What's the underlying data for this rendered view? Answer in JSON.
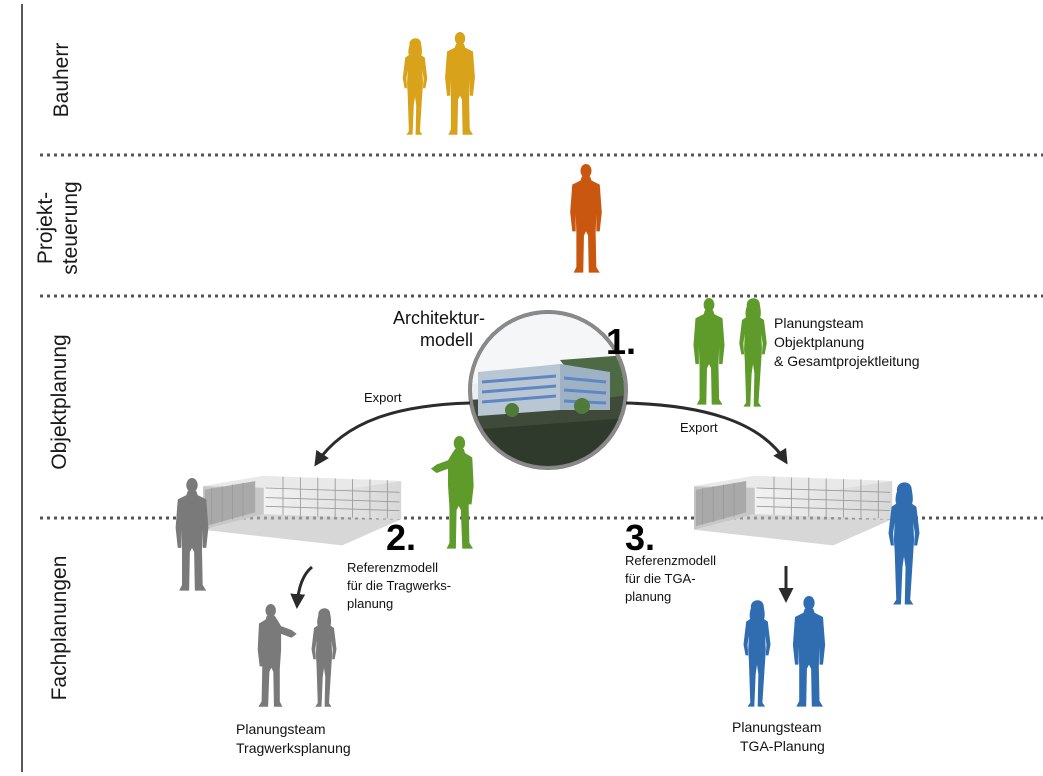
{
  "lanes": [
    {
      "label": "Bauherr"
    },
    {
      "label_line1": "Projekt-",
      "label_line2": "steuerung"
    },
    {
      "label": "Objektplanung"
    },
    {
      "label": "Fachplanungen"
    }
  ],
  "center_model": {
    "label_line1": "Architektur-",
    "label_line2": "modell"
  },
  "steps": {
    "one": "1.",
    "two": "2.",
    "three": "3."
  },
  "exports": {
    "left": "Export",
    "right": "Export"
  },
  "team_objekt": {
    "line1": "Planungsteam",
    "line2": "Objektplanung",
    "line3": "& Gesamtprojektleitung"
  },
  "ref_tragwerk": {
    "line1": "Referenzmodell",
    "line2": "für die Tragwerks-",
    "line3": "planung"
  },
  "ref_tga": {
    "line1": "Referenzmodell",
    "line2": "für die TGA-",
    "line3": "planung"
  },
  "team_tragwerk": {
    "line1": "Planungsteam",
    "line2": "Tragwerksplanung"
  },
  "team_tga": {
    "line1": "Planungsteam",
    "line2": "TGA-Planung"
  },
  "colors": {
    "bauherr": "#D9A21B",
    "projektsteuerung": "#C9570F",
    "objektplanung": "#5E9B2A",
    "tragwerk": "#7a7a7a",
    "tga": "#2F6CB0"
  }
}
